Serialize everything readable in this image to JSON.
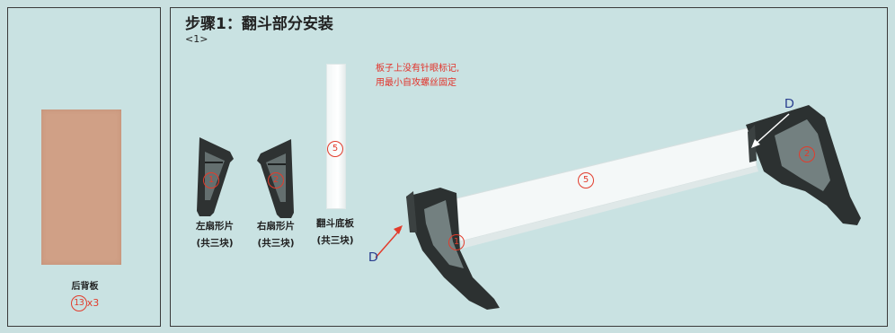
{
  "left": {
    "board_label": "后背板",
    "board_part_number": "13",
    "board_quantity": "x3"
  },
  "step": {
    "title": "步骤1：翻斗部分安装",
    "subtitle": "<1>",
    "note_line1": "板子上没有针眼标记,",
    "note_line2": "用最小自攻螺丝固定"
  },
  "parts": {
    "left_fan": {
      "number": "1",
      "label": "左扇形片",
      "qty": "(共三块)"
    },
    "right_fan": {
      "number": "2",
      "label": "右扇形片",
      "qty": "(共三块)"
    },
    "bottom_plate": {
      "number": "5",
      "label": "翻斗底板",
      "qty": "(共三块)"
    }
  },
  "assembly": {
    "plate_number": "5",
    "left_number": "1",
    "right_number": "2",
    "marker_left": "D",
    "marker_right": "D"
  },
  "colors": {
    "board": "#d0a086",
    "accent_red": "#e23c2c",
    "marker_blue": "#2a3f8f",
    "background": "#c9e0e0"
  }
}
